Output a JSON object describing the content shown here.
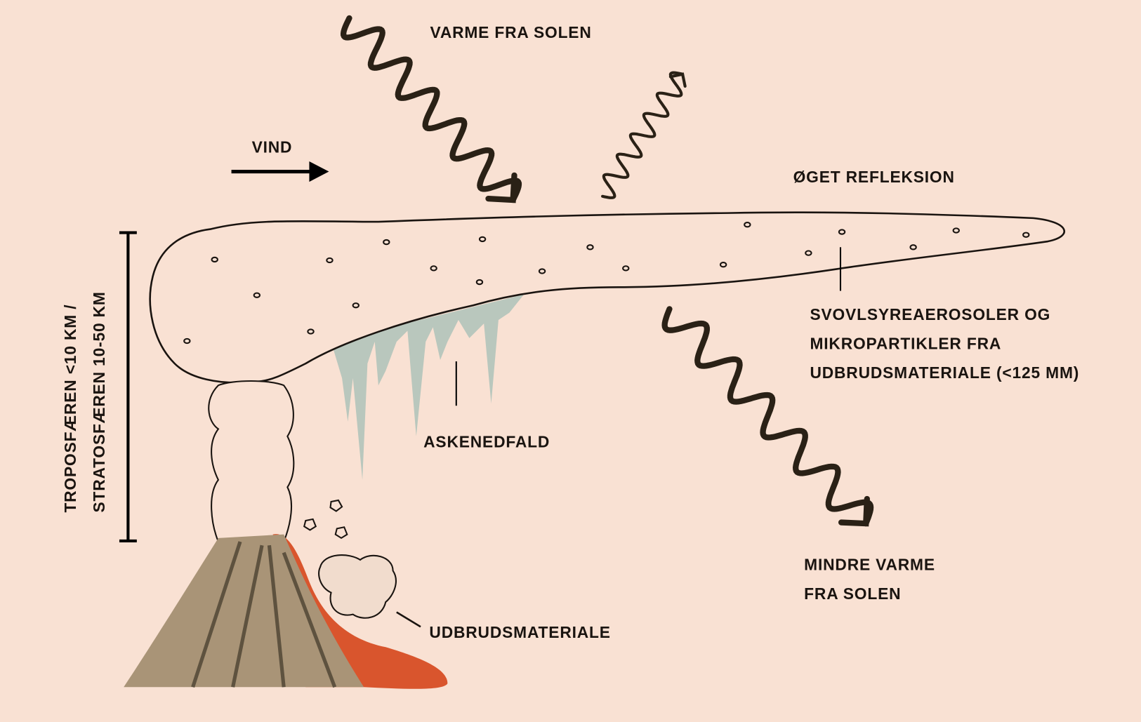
{
  "labels": {
    "sun_heat": "VARME FRA SOLEN",
    "wind": "VIND",
    "increased_reflection": "ØGET REFLEKSION",
    "aerosols": [
      "SVOVLSYREAEROSOLER OG",
      "MIKROPARTIKLER FRA",
      "UDBRUDSMATERIALE (<125 MM)"
    ],
    "ash_fall": "ASKENEDFALD",
    "less_heat": [
      "MINDRE VARME",
      "FRA SOLEN"
    ],
    "eruption_material": "UDBRUDSMATERIALE",
    "altitude": [
      "TROPOSFÆREN <10 KM /",
      "STRATOSFÆREN 10-50 KM"
    ]
  },
  "colors": {
    "background": "#f9e1d3",
    "ink": "#2a2116",
    "ash": "#b9c7bd",
    "volcano": "#a99477",
    "lava": "#d9552d"
  }
}
